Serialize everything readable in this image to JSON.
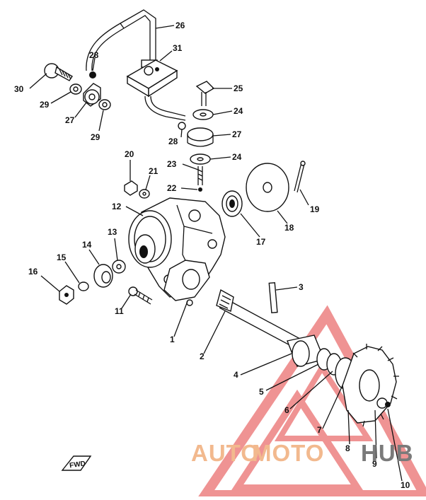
{
  "diagram": {
    "watermark": {
      "brand_part1": "AUTO",
      "brand_part2": "MOTO",
      "brand_part3": "HUB",
      "color_primary": "#f2b98e",
      "color_red": "#e23b3b",
      "color_gray": "#7a7a7a"
    },
    "front_marker_text": "FWD",
    "callouts": {
      "c1": "1",
      "c2": "2",
      "c3": "3",
      "c4": "4",
      "c5": "5",
      "c6": "6",
      "c7": "7",
      "c8": "8",
      "c9": "9",
      "c10": "10",
      "c11": "11",
      "c12": "12",
      "c13": "13",
      "c14": "14",
      "c15": "15",
      "c16": "16",
      "c17": "17",
      "c18": "18",
      "c19": "19",
      "c20": "20",
      "c21": "21",
      "c22": "22",
      "c23": "23",
      "c24a": "24",
      "c24b": "24",
      "c25": "25",
      "c26": "26",
      "c27a": "27",
      "c27b": "27",
      "c28a": "28",
      "c28b": "28",
      "c29a": "29",
      "c29b": "29",
      "c30": "30",
      "c31": "31"
    }
  }
}
